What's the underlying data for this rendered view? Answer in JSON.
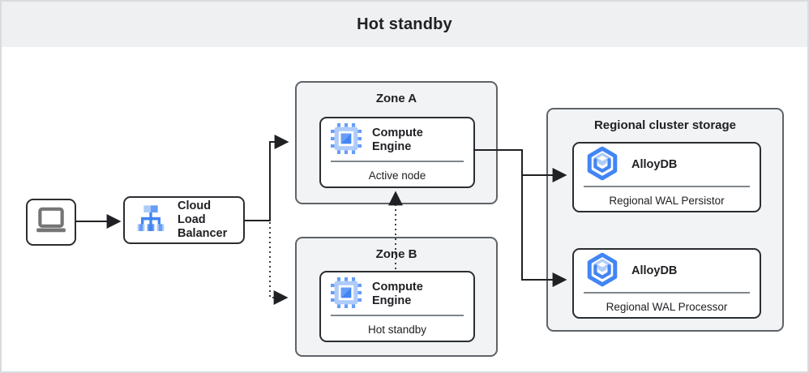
{
  "header": {
    "title": "Hot standby"
  },
  "nodes": {
    "client": {
      "icon": "laptop-icon"
    },
    "load_balancer": {
      "label": "Cloud Load Balancer",
      "icon": "load-balancer-icon"
    },
    "zone_a": {
      "title": "Zone A",
      "compute_engine": {
        "label": "Compute Engine",
        "role": "Active node",
        "icon": "compute-engine-icon"
      }
    },
    "zone_b": {
      "title": "Zone B",
      "compute_engine": {
        "label": "Compute Engine",
        "role": "Hot standby",
        "icon": "compute-engine-icon"
      }
    },
    "regional_cluster_storage": {
      "title": "Regional cluster storage",
      "alloydb_persistor": {
        "label": "AlloyDB",
        "role": "Regional WAL Persistor",
        "icon": "alloydb-icon"
      },
      "alloydb_processor": {
        "label": "AlloyDB",
        "role": "Regional WAL Processor",
        "icon": "alloydb-icon"
      }
    }
  },
  "edges": [
    {
      "from": "client",
      "to": "load_balancer",
      "style": "solid-arrow"
    },
    {
      "from": "load_balancer",
      "to": "zone_a",
      "style": "solid-arrow"
    },
    {
      "from": "load_balancer",
      "to": "zone_b",
      "style": "dotted-arrow"
    },
    {
      "from": "zone_b.compute_engine",
      "to": "zone_a.compute_engine",
      "style": "dotted-arrow"
    },
    {
      "from": "zone_a.compute_engine",
      "to": "regional_cluster_storage.alloydb_persistor",
      "style": "solid-arrow"
    },
    {
      "from": "zone_a.compute_engine",
      "to": "regional_cluster_storage.alloydb_processor",
      "style": "solid-arrow"
    }
  ],
  "colors": {
    "header_bg": "#eef0f2",
    "group_bg": "#f1f3f4",
    "group_border": "#5f6368",
    "node_border": "#2b2e31",
    "line": "#202124",
    "divider": "#80868b",
    "blue_light": "#aecbfa",
    "blue_mid": "#669df6",
    "blue_dark": "#4285f4",
    "laptop_gray": "#757575"
  }
}
